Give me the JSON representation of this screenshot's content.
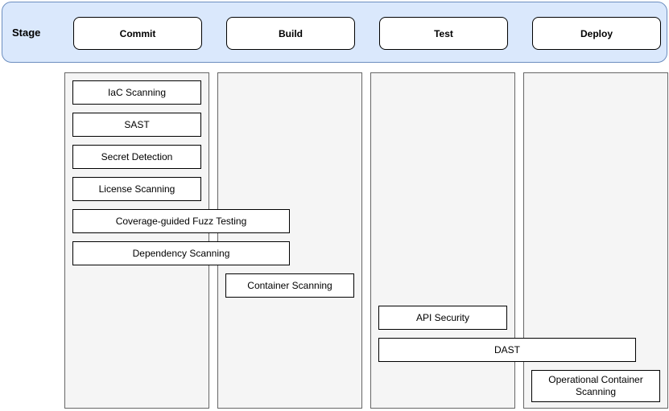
{
  "header": {
    "stage_label": "Stage",
    "stages": [
      {
        "label": "Commit"
      },
      {
        "label": "Build"
      },
      {
        "label": "Test"
      },
      {
        "label": "Deploy"
      }
    ]
  },
  "tasks": [
    {
      "label": "IaC Scanning",
      "stage": "Commit"
    },
    {
      "label": "SAST",
      "stage": "Commit"
    },
    {
      "label": "Secret Detection",
      "stage": "Commit"
    },
    {
      "label": "License Scanning",
      "stage": "Commit"
    },
    {
      "label": "Coverage-guided Fuzz Testing",
      "stage": "Commit"
    },
    {
      "label": "Dependency Scanning",
      "stage": "Commit"
    },
    {
      "label": "Container Scanning",
      "stage": "Build"
    },
    {
      "label": "API Security",
      "stage": "Test"
    },
    {
      "label": "DAST",
      "stage": "Test"
    },
    {
      "label": "Operational Container Scanning",
      "stage": "Deploy"
    }
  ],
  "colors": {
    "header_fill": "#dae8fc",
    "header_border": "#6c8ebf",
    "lane_fill": "#f5f5f5",
    "lane_border": "#666666",
    "node_fill": "#ffffff",
    "node_border": "#000000",
    "text": "#000000"
  }
}
